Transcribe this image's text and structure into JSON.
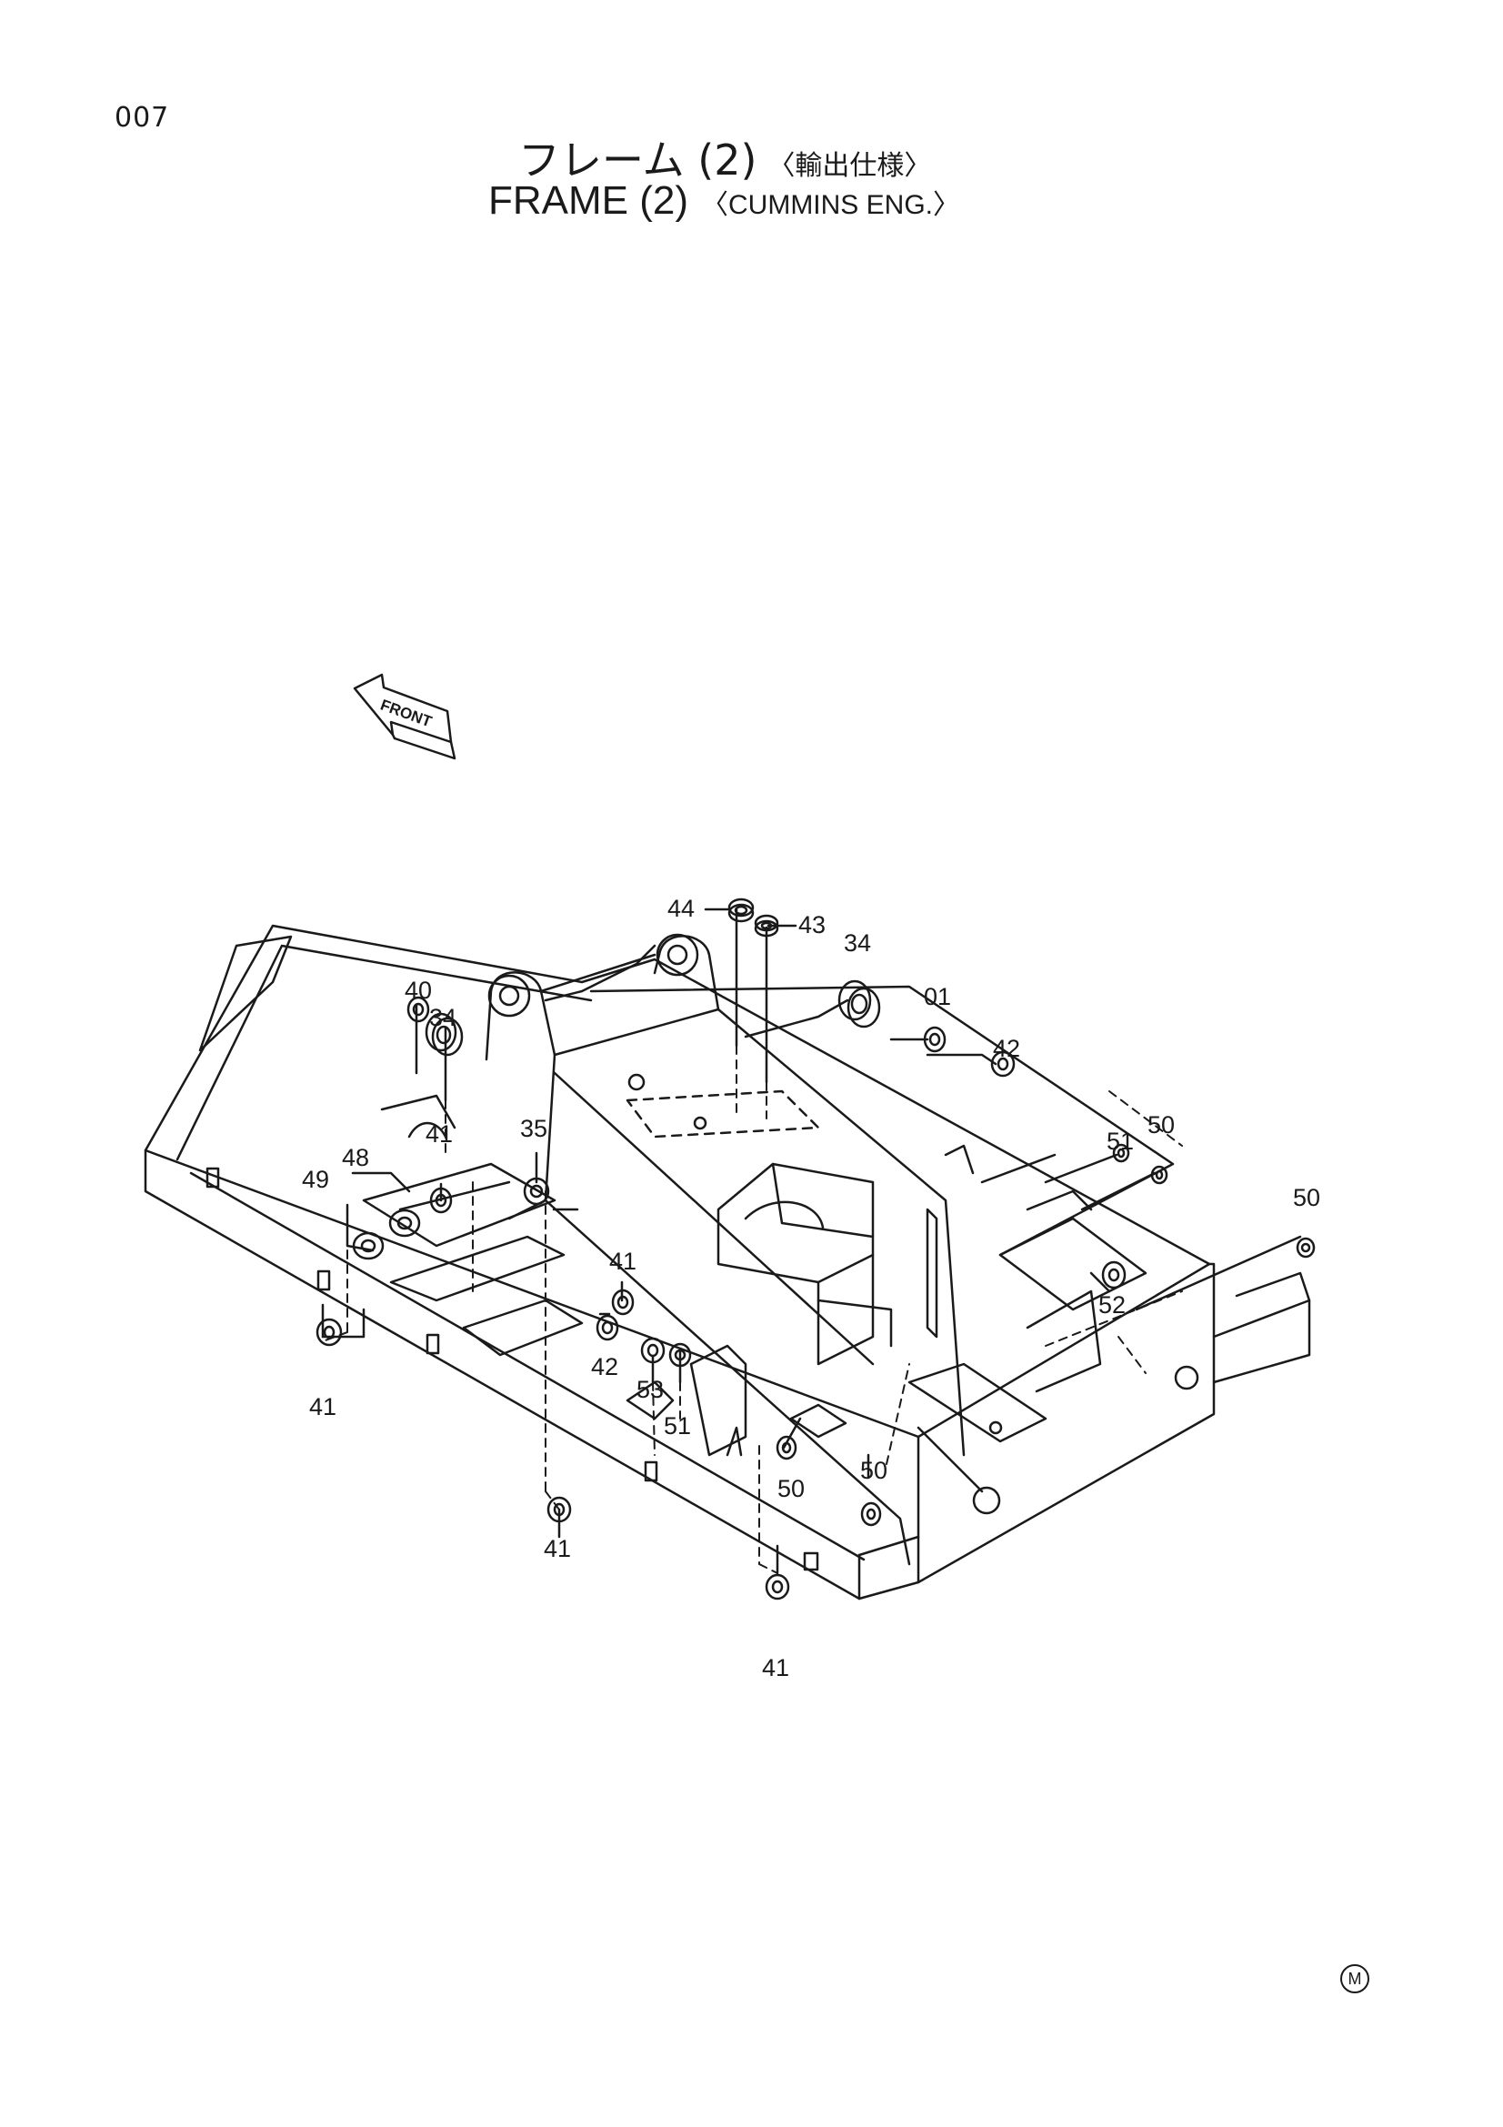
{
  "page_number": "007",
  "title": {
    "jp_main": "フレーム (2)",
    "jp_spec": "〈輸出仕様〉",
    "en_main": "FRAME (2)",
    "en_spec": "〈CUMMINS ENG.〉"
  },
  "front_label": "FRONT",
  "callouts": [
    "44",
    "43",
    "34",
    "40",
    "34",
    "01",
    "42",
    "41",
    "35",
    "51",
    "50",
    "48",
    "49",
    "50",
    "41",
    "52",
    "42",
    "53",
    "51",
    "41",
    "50",
    "50",
    "41",
    "41"
  ],
  "mark": "M",
  "colors": {
    "ink": "#1a1a1a",
    "paper": "#ffffff"
  }
}
